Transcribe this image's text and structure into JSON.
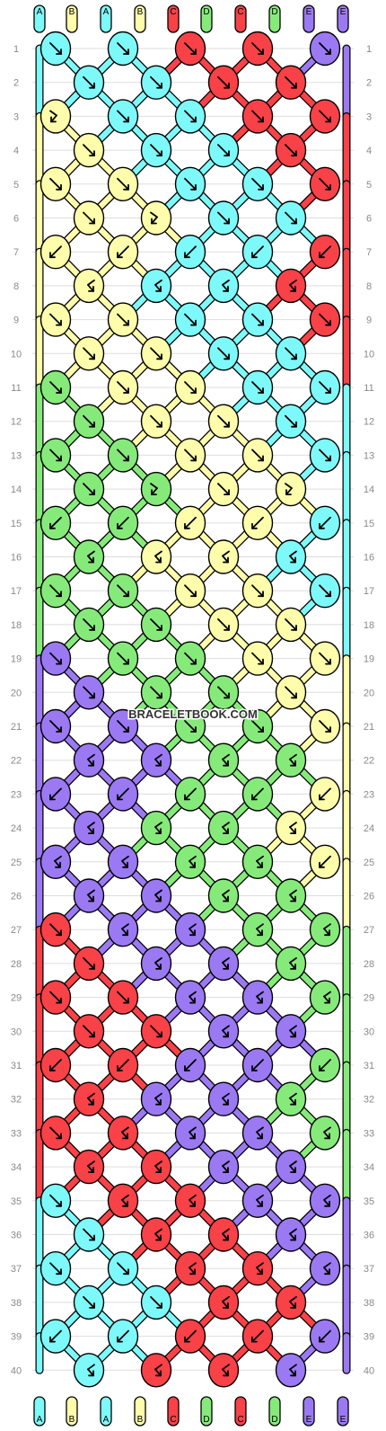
{
  "watermark": "BRACELETBOOK.COM",
  "colors": {
    "A": "#7ef9f9",
    "B": "#fdfdab",
    "C": "#f94148",
    "D": "#86ea7b",
    "E": "#9b79f3"
  },
  "strings_top": [
    "A",
    "B",
    "A",
    "B",
    "C",
    "D",
    "C",
    "D",
    "E",
    "E"
  ],
  "strings_bottom": [
    "A",
    "B",
    "A",
    "B",
    "C",
    "D",
    "C",
    "D",
    "E",
    "E"
  ],
  "row_labels": [
    "1",
    "2",
    "3",
    "4",
    "5",
    "6",
    "7",
    "8",
    "9",
    "10",
    "11",
    "12",
    "13",
    "14",
    "15",
    "16",
    "17",
    "18",
    "19",
    "20",
    "21",
    "22",
    "23",
    "24",
    "25",
    "26",
    "27",
    "28",
    "29",
    "30",
    "31",
    "32",
    "33",
    "34",
    "35",
    "36",
    "37",
    "38",
    "39",
    "40"
  ],
  "knot_icons": {
    "forward": "arrow-down-right-icon",
    "backward": "arrow-down-left-icon",
    "forward_backward": "arrow-right-then-left-icon",
    "backward_forward": "arrow-left-then-right-icon"
  },
  "knot_colors": [
    [
      "A",
      "A",
      "C",
      "C",
      "E"
    ],
    [
      "A",
      "A",
      "C",
      "C"
    ],
    [
      "B",
      "A",
      "A",
      "C",
      "C"
    ],
    [
      "B",
      "A",
      "A",
      "C"
    ],
    [
      "B",
      "B",
      "A",
      "A",
      "C"
    ],
    [
      "B",
      "B",
      "A",
      "A"
    ],
    [
      "B",
      "B",
      "A",
      "A",
      "C"
    ],
    [
      "B",
      "A",
      "A",
      "C"
    ],
    [
      "B",
      "B",
      "A",
      "A",
      "C"
    ],
    [
      "B",
      "B",
      "A",
      "A"
    ],
    [
      "D",
      "B",
      "B",
      "A",
      "A"
    ],
    [
      "D",
      "B",
      "B",
      "A"
    ],
    [
      "D",
      "D",
      "B",
      "B",
      "A"
    ],
    [
      "D",
      "D",
      "B",
      "B"
    ],
    [
      "D",
      "D",
      "B",
      "B",
      "A"
    ],
    [
      "D",
      "B",
      "B",
      "A"
    ],
    [
      "D",
      "D",
      "B",
      "B",
      "A"
    ],
    [
      "D",
      "D",
      "B",
      "B"
    ],
    [
      "E",
      "D",
      "D",
      "B",
      "B"
    ],
    [
      "E",
      "D",
      "D",
      "B"
    ],
    [
      "E",
      "E",
      "D",
      "D",
      "B"
    ],
    [
      "E",
      "E",
      "D",
      "D"
    ],
    [
      "E",
      "E",
      "D",
      "D",
      "B"
    ],
    [
      "E",
      "D",
      "D",
      "B"
    ],
    [
      "E",
      "E",
      "D",
      "D",
      "B"
    ],
    [
      "E",
      "E",
      "D",
      "D"
    ],
    [
      "C",
      "E",
      "E",
      "D",
      "D"
    ],
    [
      "C",
      "E",
      "E",
      "D"
    ],
    [
      "C",
      "C",
      "E",
      "E",
      "D"
    ],
    [
      "C",
      "C",
      "E",
      "E"
    ],
    [
      "C",
      "C",
      "E",
      "E",
      "D"
    ],
    [
      "C",
      "E",
      "E",
      "D"
    ],
    [
      "C",
      "C",
      "E",
      "E",
      "D"
    ],
    [
      "C",
      "C",
      "E",
      "E"
    ],
    [
      "A",
      "C",
      "C",
      "E",
      "E"
    ],
    [
      "A",
      "C",
      "C",
      "E"
    ],
    [
      "A",
      "A",
      "C",
      "C",
      "E"
    ],
    [
      "A",
      "A",
      "C",
      "C"
    ],
    [
      "A",
      "A",
      "C",
      "C",
      "E"
    ],
    [
      "A",
      "C",
      "C",
      "E"
    ]
  ],
  "knot_types": [
    [
      "f",
      "f",
      "f",
      "f",
      "f"
    ],
    [
      "f",
      "f",
      "f",
      "f"
    ],
    [
      "fb",
      "f",
      "f",
      "f",
      "f"
    ],
    [
      "f",
      "f",
      "f",
      "f"
    ],
    [
      "f",
      "f",
      "f",
      "f",
      "f"
    ],
    [
      "f",
      "fb",
      "f",
      "f"
    ],
    [
      "b",
      "b",
      "b",
      "b",
      "b"
    ],
    [
      "bf",
      "bf",
      "bf",
      "bf"
    ],
    [
      "f",
      "f",
      "f",
      "f",
      "f"
    ],
    [
      "f",
      "f",
      "f",
      "f"
    ],
    [
      "f",
      "f",
      "f",
      "f",
      "f"
    ],
    [
      "f",
      "f",
      "f",
      "f"
    ],
    [
      "f",
      "f",
      "f",
      "f",
      "f"
    ],
    [
      "f",
      "fb",
      "f",
      "fb"
    ],
    [
      "b",
      "b",
      "b",
      "b",
      "b"
    ],
    [
      "bf",
      "bf",
      "bf",
      "bf"
    ],
    [
      "f",
      "f",
      "f",
      "f",
      "f"
    ],
    [
      "f",
      "f",
      "f",
      "f"
    ],
    [
      "f",
      "f",
      "f",
      "f",
      "f"
    ],
    [
      "f",
      "f",
      "f",
      "f"
    ],
    [
      "f",
      "f",
      "f",
      "f",
      "f"
    ],
    [
      "bf",
      "bf",
      "bf",
      "bf"
    ],
    [
      "b",
      "b",
      "b",
      "b",
      "b"
    ],
    [
      "bf",
      "bf",
      "bf",
      "bf"
    ],
    [
      "bf",
      "bf",
      "bf",
      "bf",
      "b"
    ],
    [
      "bf",
      "bf",
      "bf",
      "bf"
    ],
    [
      "f",
      "bf",
      "bf",
      "bf",
      "bf"
    ],
    [
      "f",
      "bf",
      "bf",
      "bf"
    ],
    [
      "f",
      "f",
      "bf",
      "bf",
      "bf"
    ],
    [
      "f",
      "f",
      "bf",
      "bf"
    ],
    [
      "b",
      "b",
      "b",
      "b",
      "b"
    ],
    [
      "bf",
      "bf",
      "bf",
      "bf"
    ],
    [
      "f",
      "bf",
      "bf",
      "bf",
      "bf"
    ],
    [
      "bf",
      "bf",
      "bf",
      "bf"
    ],
    [
      "f",
      "bf",
      "bf",
      "bf",
      "bf"
    ],
    [
      "f",
      "bf",
      "bf",
      "bf"
    ],
    [
      "f",
      "f",
      "bf",
      "bf",
      "bf"
    ],
    [
      "f",
      "f",
      "bf",
      "bf"
    ],
    [
      "b",
      "b",
      "b",
      "b",
      "b"
    ],
    [
      "bf",
      "bf",
      "bf",
      "bf"
    ]
  ]
}
